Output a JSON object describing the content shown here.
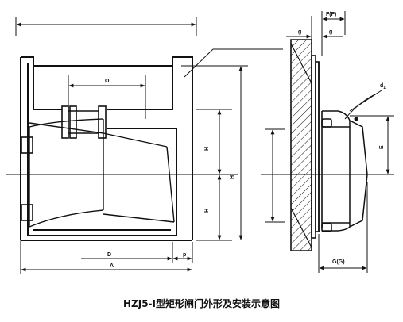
{
  "caption": "HZJ5-Ⅰ型矩形闸门外形及安装示意图",
  "labels": {
    "O": "O",
    "H_upper": "H",
    "H_lower": "H",
    "H_total": "H",
    "D": "D",
    "p": "p",
    "A": "A",
    "F": "F(F)",
    "g_left": "g",
    "g_right": "g",
    "d": "d",
    "d_sub": "1",
    "E": "E",
    "G": "G(G)"
  },
  "colors": {
    "line": "#111111",
    "background": "#ffffff"
  }
}
